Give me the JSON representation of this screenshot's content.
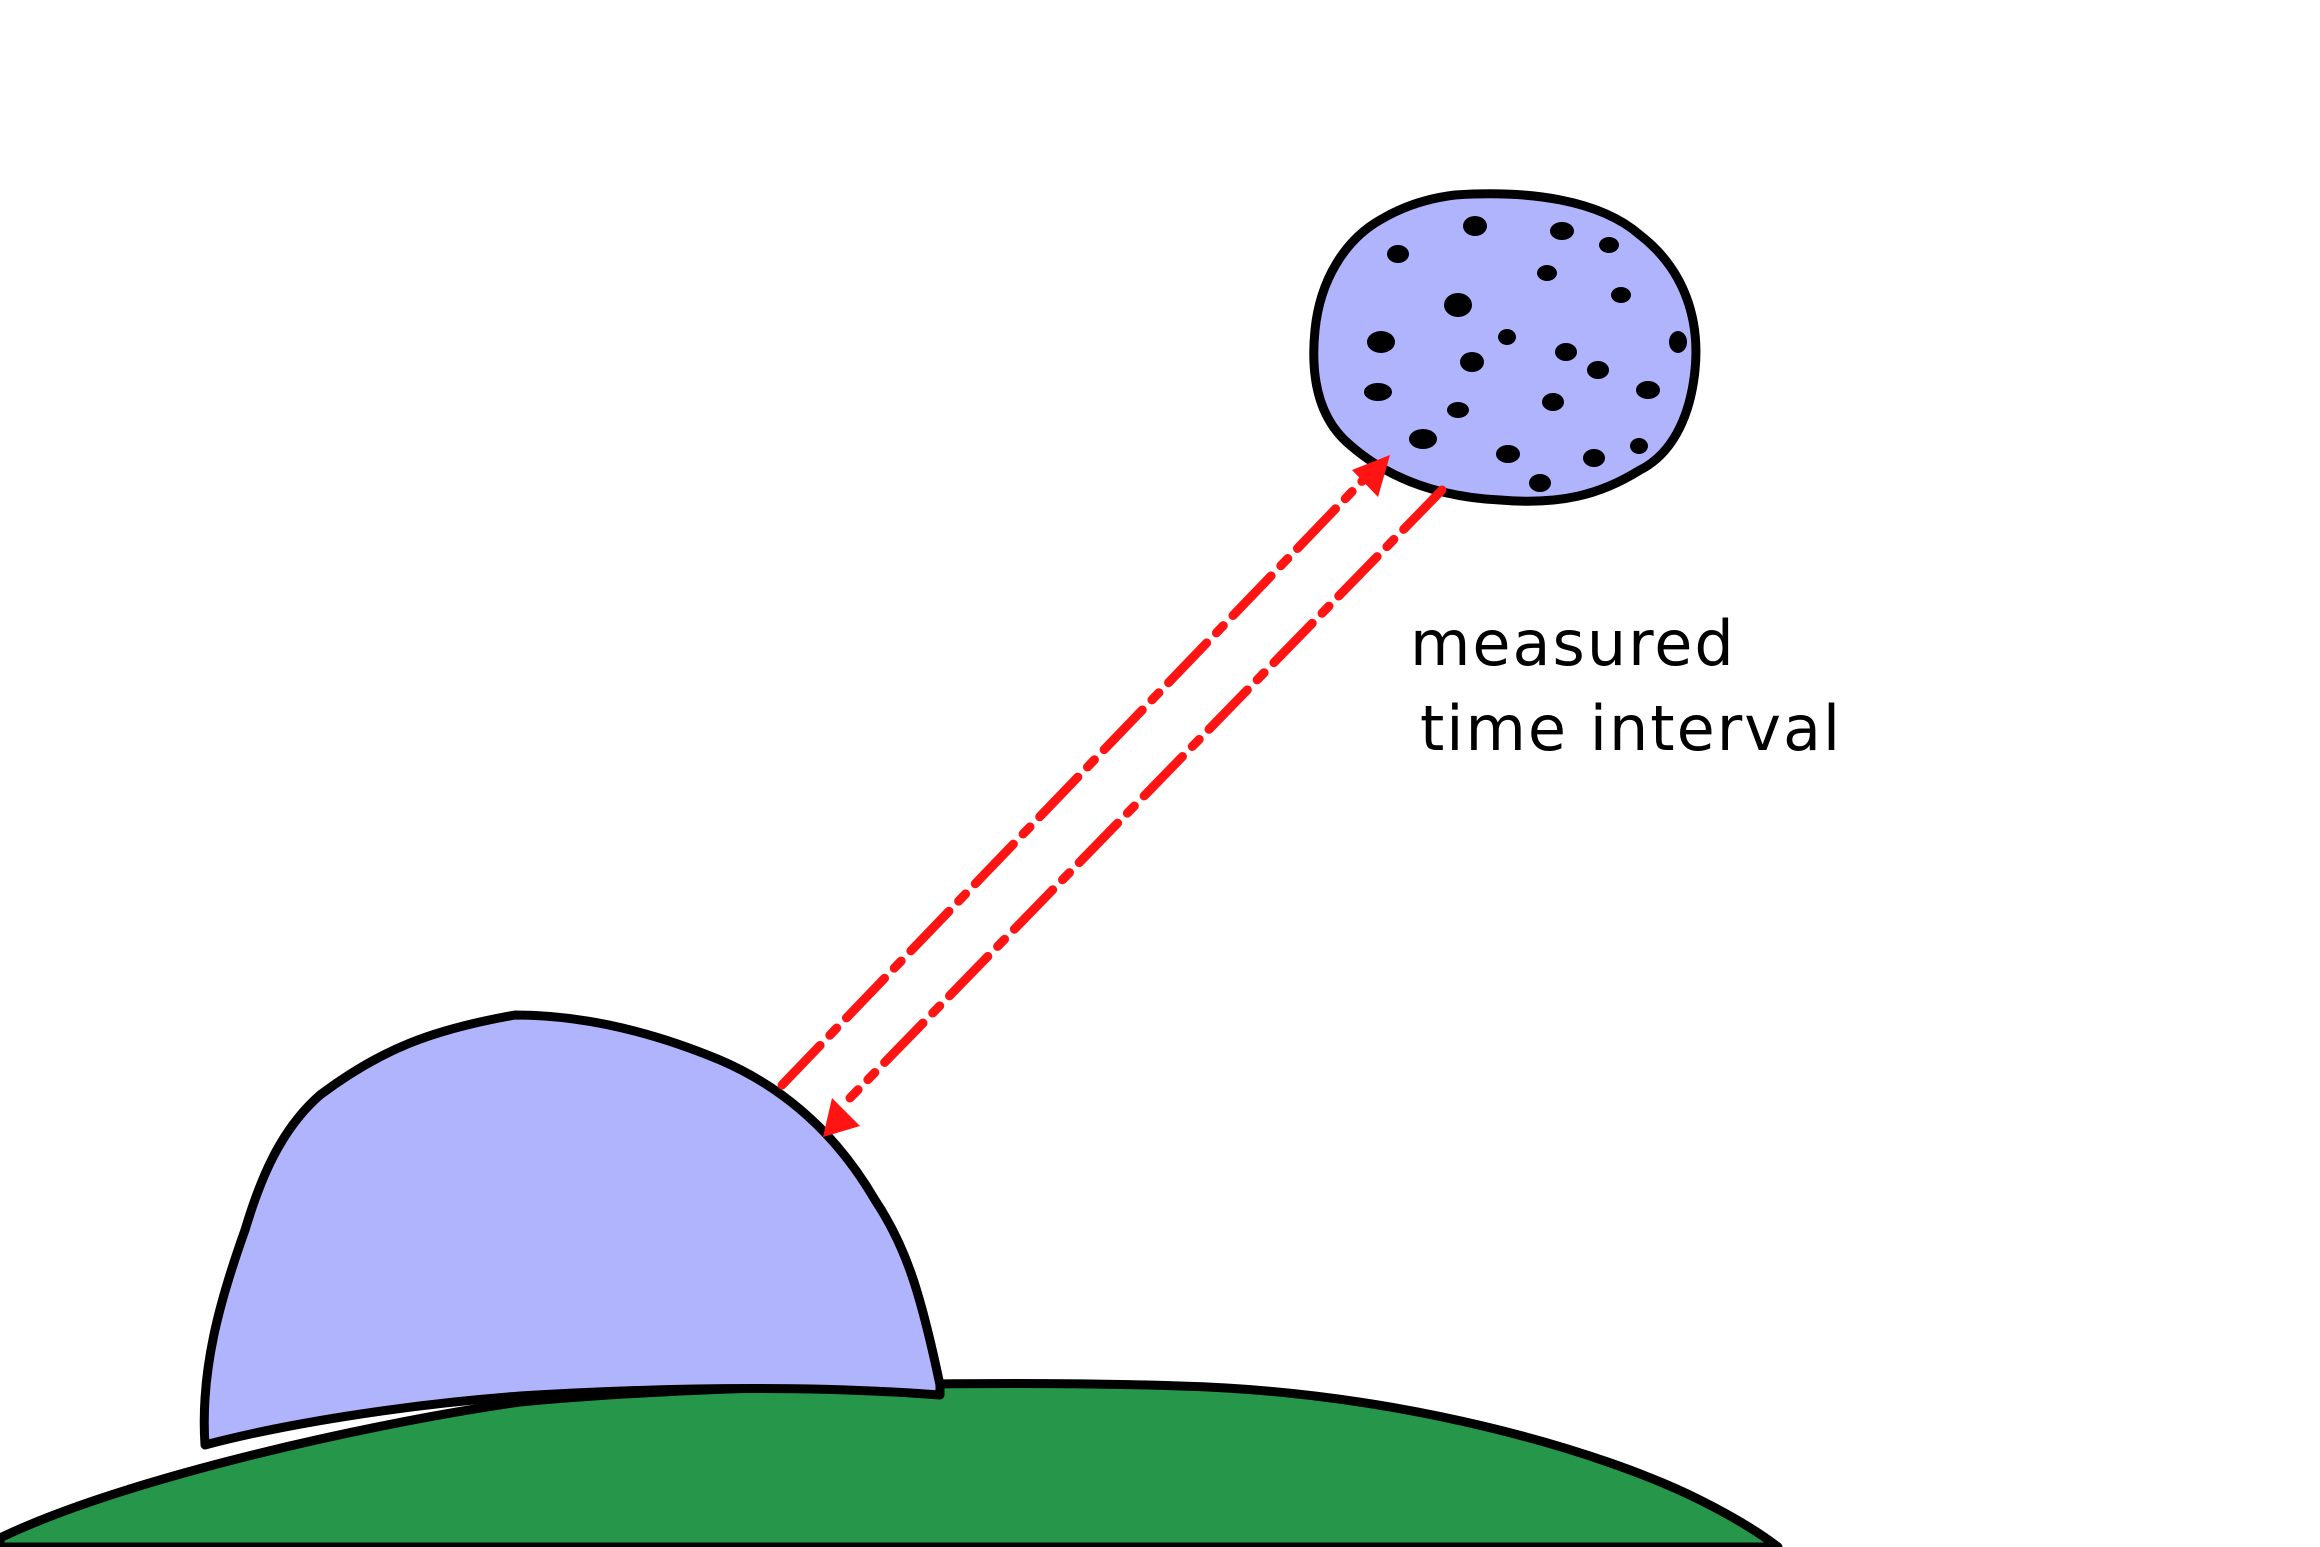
{
  "diagram": {
    "annotation": {
      "line1": "measured",
      "line2": "time interval"
    },
    "colors": {
      "background": "#ffffff",
      "ground": "#26964a",
      "dome": "#b0b4fc",
      "moon": "#b0b4fc",
      "outline": "#000000",
      "beam": "#ff1414"
    },
    "icons": {
      "ground": "ground-hill",
      "observatory": "observatory-dome",
      "target": "cratered-moon",
      "outgoing_beam": "dashed-arrow-up",
      "return_beam": "dashed-arrow-down"
    }
  }
}
